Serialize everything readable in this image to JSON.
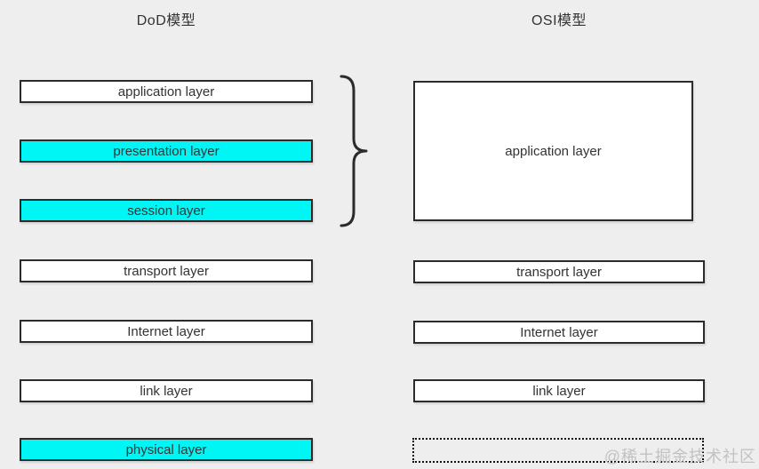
{
  "diagram": {
    "left_column": {
      "title": "DoD模型",
      "layers": [
        {
          "label": "application layer",
          "highlighted": false
        },
        {
          "label": "presentation layer",
          "highlighted": true
        },
        {
          "label": "session layer",
          "highlighted": true
        },
        {
          "label": "transport layer",
          "highlighted": false
        },
        {
          "label": "Internet layer",
          "highlighted": false
        },
        {
          "label": "link layer",
          "highlighted": false
        },
        {
          "label": "physical layer",
          "highlighted": true
        }
      ]
    },
    "right_column": {
      "title": "OSI模型",
      "layers": [
        {
          "label": "application layer"
        },
        {
          "label": "transport layer"
        },
        {
          "label": "Internet layer"
        },
        {
          "label": "link layer"
        },
        {
          "label": ""
        }
      ]
    },
    "watermark": "@稀土掘金技术社区",
    "colors": {
      "background": "#eeeeee",
      "highlight_cyan": "#00f5f5",
      "border": "#2b2b2b",
      "text": "#333333",
      "watermark": "#c2c2c2"
    }
  }
}
